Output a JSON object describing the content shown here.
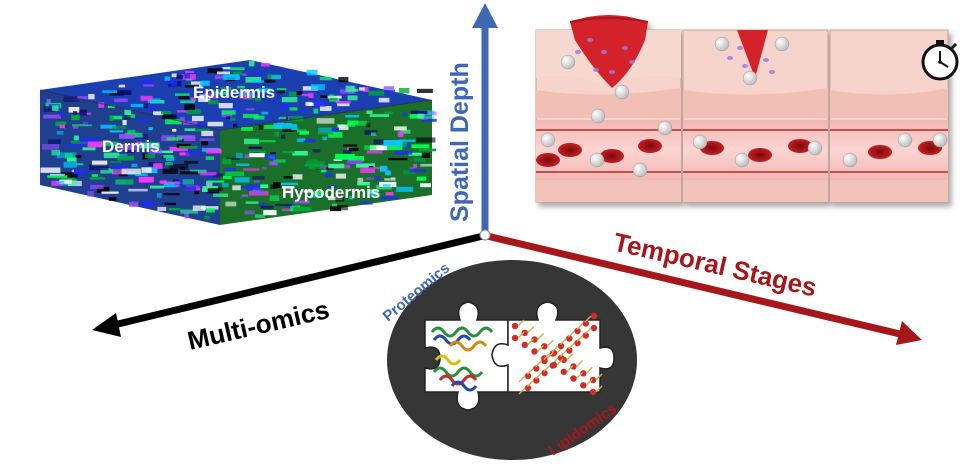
{
  "layers": {
    "epidermis": "Epidermis",
    "dermis": "Dermis",
    "hypodermis": "Hypodermis"
  },
  "axes": {
    "y_label": "Spatial Depth",
    "x_label": "Temporal Stages",
    "z_label": "Multi-omics"
  },
  "puzzle": {
    "left_label": "Proteomics",
    "right_label": "Lipidomics"
  },
  "icons": {
    "timer": "stopwatch-icon",
    "tissue_stack": "skin-layer-stack",
    "wound_panels": "wound-healing-panels",
    "puzzle": "puzzle-pieces-icon"
  },
  "colors": {
    "y_axis": "#3f67b5",
    "x_axis": "#a6171c",
    "z_axis": "#000000",
    "puzzle_bg": "#363636"
  }
}
